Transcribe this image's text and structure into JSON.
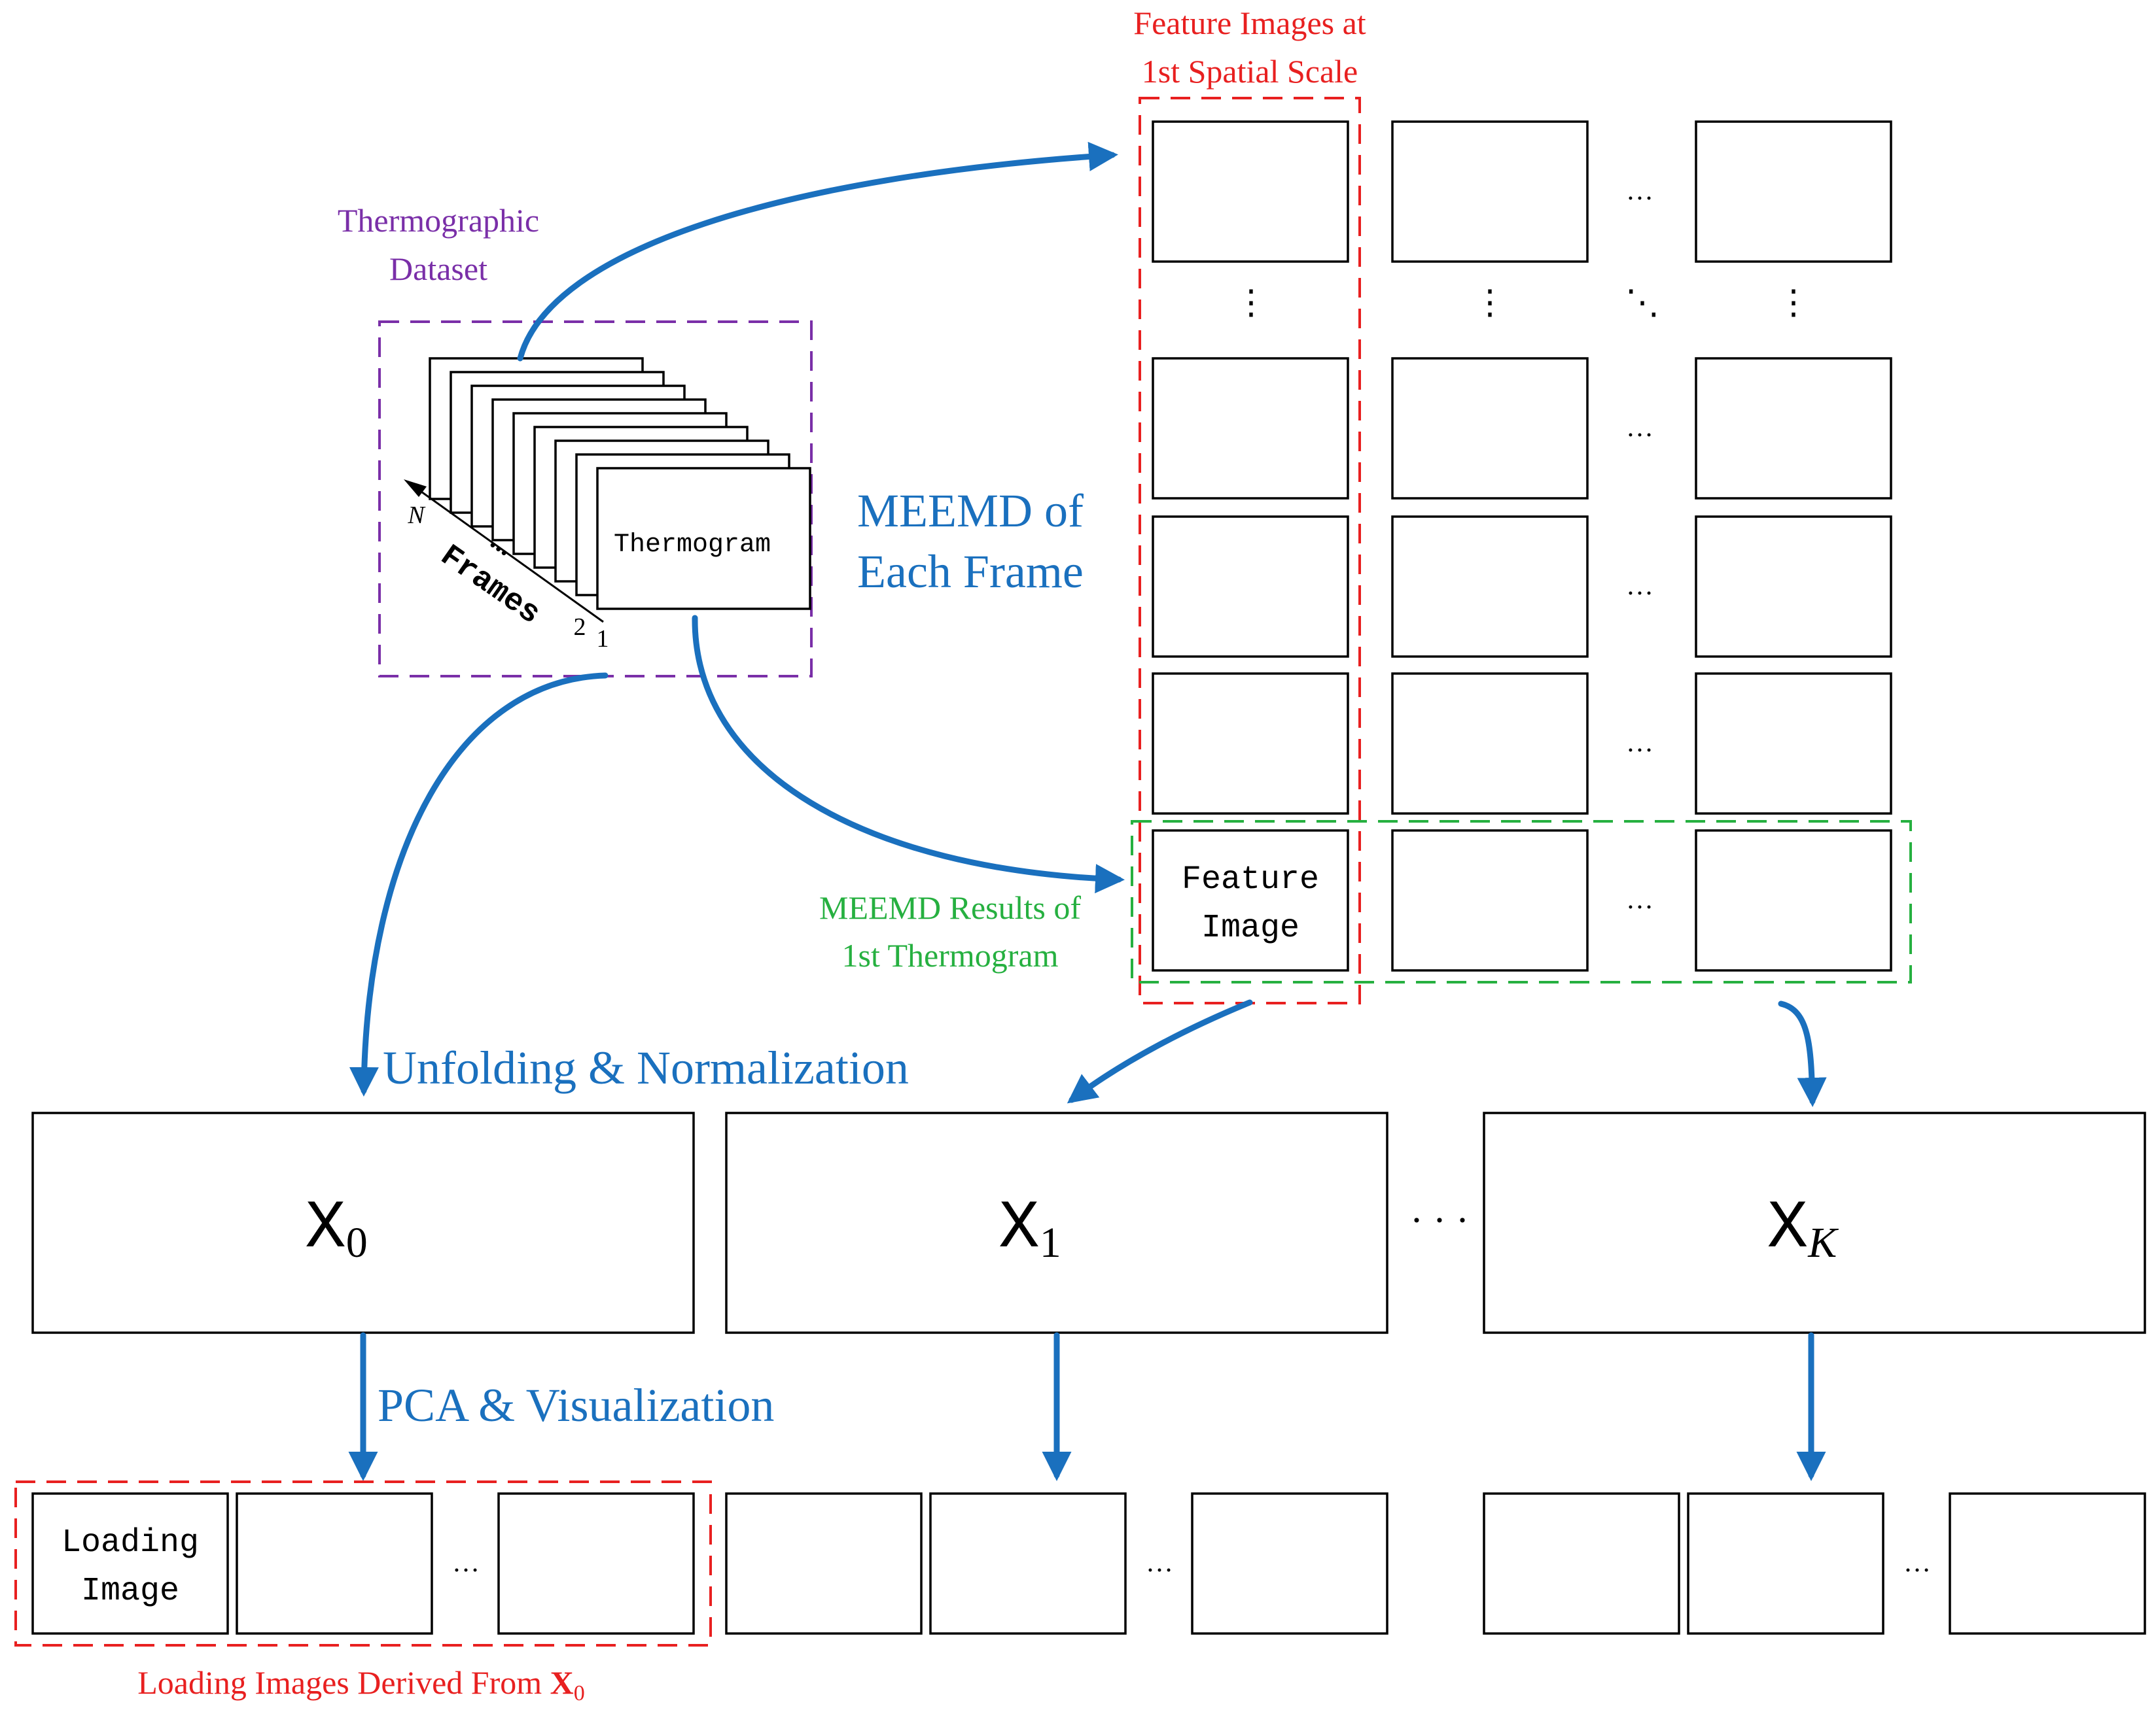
{
  "colors": {
    "arrow_blue": "#1a70be",
    "label_blue": "#1a70be",
    "red": "#e82020",
    "green": "#26b040",
    "purple": "#7a2fa8"
  },
  "dataset": {
    "label_line1": "Thermographic",
    "label_line2": "Dataset",
    "thermogram_label": "Thermogram",
    "axis_label": "Frames",
    "axis_end": "N",
    "axis_dots": "...",
    "index_2": "2",
    "index_1": "1"
  },
  "meemd": {
    "label_line1": "MEEMD of",
    "label_line2": "Each Frame"
  },
  "feature_grid": {
    "label_line1": "Feature Images at",
    "label_line2": "1st Spatial Scale",
    "results_line1": "MEEMD Results of",
    "results_line2": "1st Thermogram",
    "feature_line1": "Feature",
    "feature_line2": "Image",
    "ellipsis": "…",
    "vdots": "⋮",
    "ddots": "⋱"
  },
  "unfolding_label": "Unfolding & Normalization",
  "matrices": {
    "x0": {
      "main": "X",
      "sub": "0"
    },
    "x1": {
      "main": "X",
      "sub": "1"
    },
    "xk": {
      "main": "X",
      "sub": "K"
    },
    "between": "· · ·"
  },
  "pca_label": "PCA & Visualization",
  "loading": {
    "image_line1": "Loading",
    "image_line2": "Image",
    "ellipsis": "…",
    "caption_prefix": "Loading Images Derived From ",
    "caption_bold": "X",
    "caption_sub": "0"
  }
}
